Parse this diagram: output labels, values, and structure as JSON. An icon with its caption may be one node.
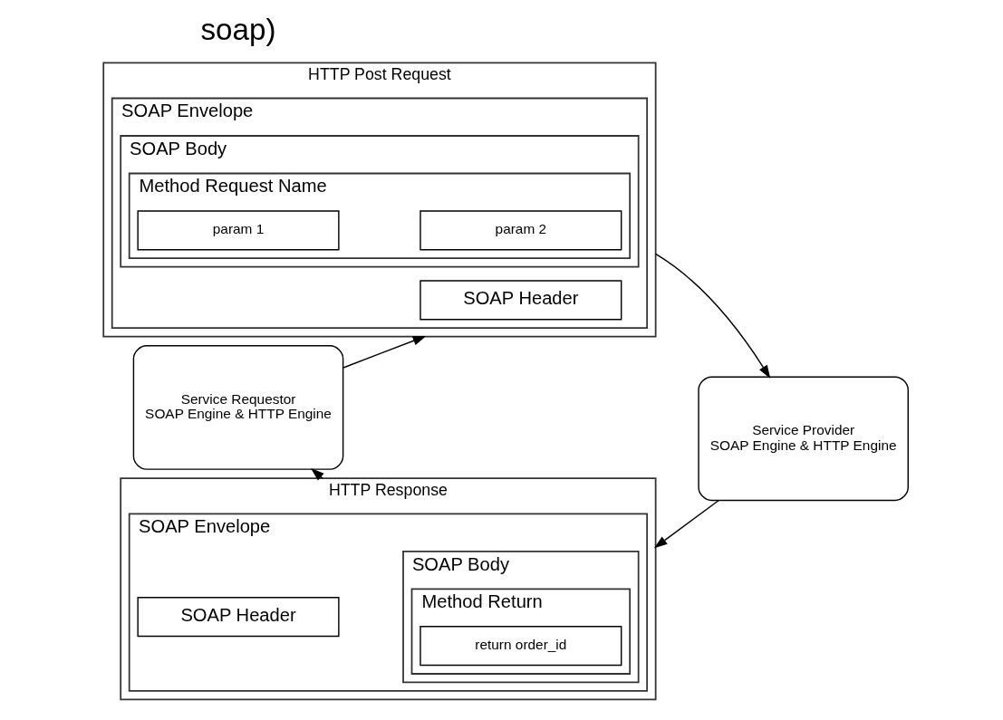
{
  "diagram": {
    "nodes": [
      {
        "text": [
          "Service Requestor",
          "SOAP Engine & HTTP Engine"
        ]
      },
      {
        "text": [
          "HTTP Post Request"
        ]
      },
      {
        "text": [
          "SOAP Envelope"
        ],
        "in": 1
      },
      {
        "text": [
          "SOAP Header"
        ],
        "in": 2
      },
      {
        "text": [
          "SOAP Body"
        ],
        "in": 2
      },
      {
        "text": [
          "Method Request Name"
        ],
        "in": 4
      },
      {
        "text": [
          "param 1"
        ],
        "in": 5
      },
      {
        "text": [
          "param 2"
        ],
        "in": 5
      },
      {
        "text": [
          "Service Provider",
          "SOAP Engine & HTTP Engine"
        ]
      },
      {
        "text": [
          "HTTP Response"
        ]
      },
      {
        "text": [
          "SOAP Envelope"
        ],
        "in": 9
      },
      {
        "text": [
          "SOAP Header"
        ],
        "in": 10
      },
      {
        "text": [
          "SOAP Body"
        ],
        "in": 10
      },
      {
        "text": [
          "Method Return"
        ],
        "in": 12
      },
      {
        "text": [
          "return order_id"
        ],
        "in": 13
      }
    ],
    "edges": [
      {
        "from": 0,
        "to": 1,
        "arrow": "to"
      },
      {
        "from": 1,
        "to": 8,
        "arrow": "to"
      },
      {
        "from": 8,
        "to": 9,
        "arrow": "to"
      },
      {
        "from": 9,
        "to": 0,
        "arrow": "to"
      }
    ],
    "labels": [
      "soap)"
    ]
  }
}
